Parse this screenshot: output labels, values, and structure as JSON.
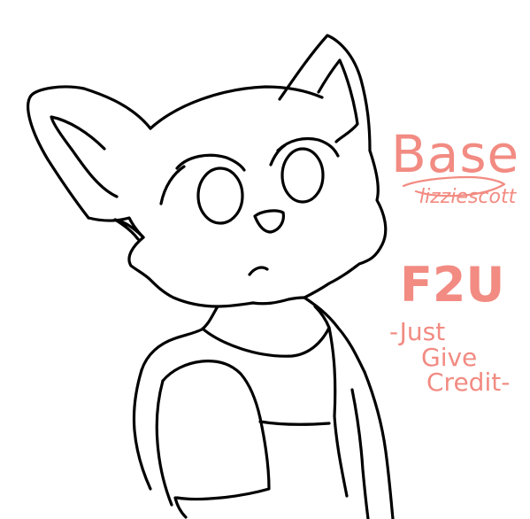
{
  "artwork": {
    "base_title": "Base",
    "signature": "lizziescott",
    "license": "F2U",
    "credit_line_1": "-Just",
    "credit_line_2": "Give",
    "credit_line_3": "Credit-"
  },
  "colors": {
    "background": "#ffffff",
    "lineart": "#000000",
    "handwriting": "#f28b82"
  }
}
